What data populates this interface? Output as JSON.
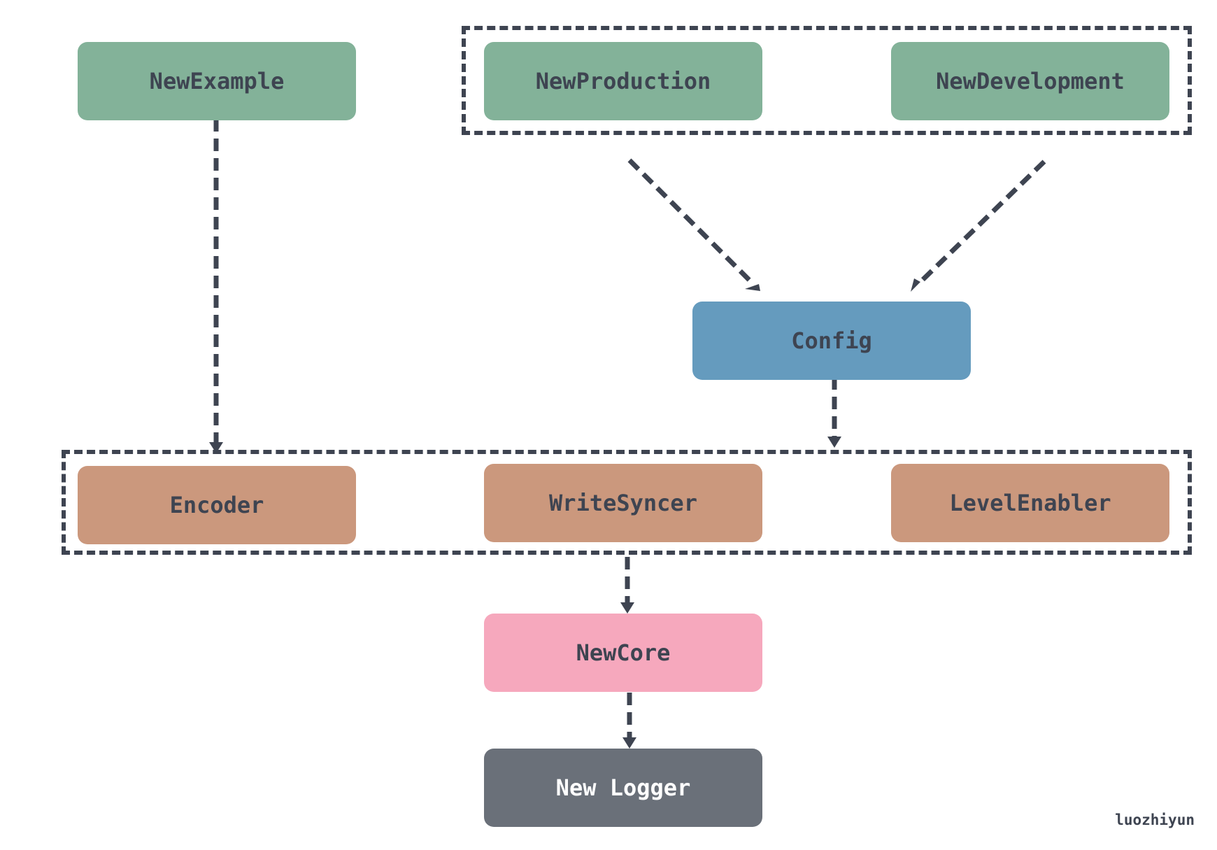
{
  "colors": {
    "green": "#83b299",
    "blue": "#659bbe",
    "tan": "#cb987d",
    "pink": "#f6a8bd",
    "gray": "#6a7079",
    "text_dark": "#3e4451",
    "text_light": "#ffffff",
    "arrow": "#3e4451"
  },
  "nodes": {
    "new_example": "NewExample",
    "new_production": "NewProduction",
    "new_development": "NewDevelopment",
    "config": "Config",
    "encoder": "Encoder",
    "write_syncer": "WriteSyncer",
    "level_enabler": "LevelEnabler",
    "new_core": "NewCore",
    "new_logger": "New Logger"
  },
  "watermark": "luozhiyun"
}
